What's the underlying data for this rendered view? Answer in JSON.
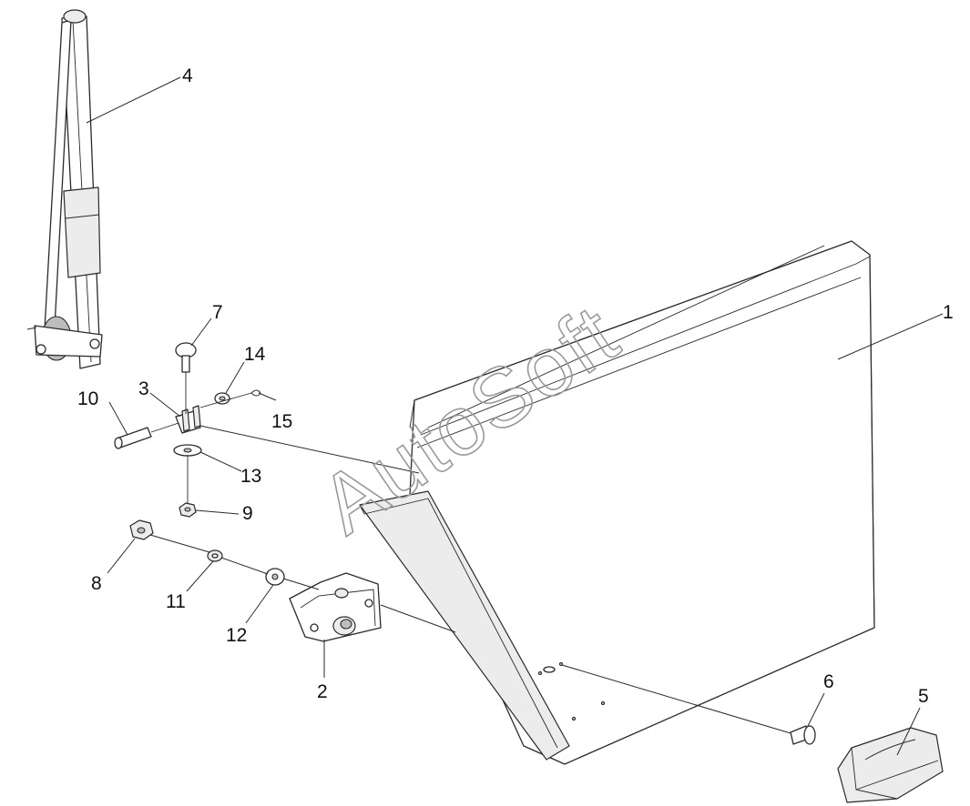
{
  "watermark": "AutoSoft",
  "callouts": [
    "1",
    "2",
    "3",
    "4",
    "5",
    "6",
    "7",
    "8",
    "9",
    "10",
    "11",
    "12",
    "13",
    "14",
    "15"
  ]
}
